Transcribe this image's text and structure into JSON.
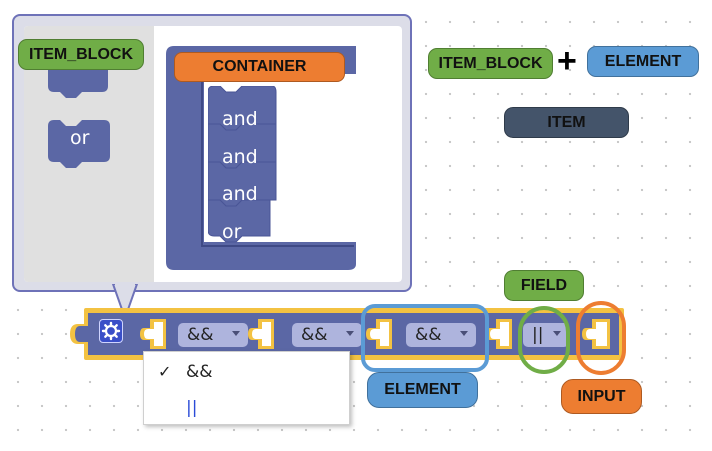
{
  "mutator": {
    "flyout": {
      "item_block_label": "ITEM_BLOCK",
      "or_block_label": "or"
    },
    "container_label": "CONTAINER",
    "items": [
      "and",
      "and",
      "and",
      "or"
    ]
  },
  "legend": {
    "item_block": "ITEM_BLOCK",
    "plus": "+",
    "element": "ELEMENT",
    "item": "ITEM"
  },
  "block": {
    "fields": [
      "&&",
      "&&",
      "&&",
      "||"
    ]
  },
  "dropdown_menu": {
    "options": [
      {
        "label": "&&",
        "checked": true
      },
      {
        "label": "||",
        "checked": false
      }
    ],
    "checkmark": "✓"
  },
  "callouts": {
    "field": "FIELD",
    "element": "ELEMENT",
    "input": "INPUT"
  },
  "colors": {
    "block": "#5b67a5",
    "block_dark": "#3f4a86",
    "field_bg": "#aeb4dd",
    "input_slot": "#f3c242",
    "green": "#70ad47",
    "blue": "#5b9bd5",
    "orange": "#ed7d31",
    "dark": "#44546a"
  }
}
